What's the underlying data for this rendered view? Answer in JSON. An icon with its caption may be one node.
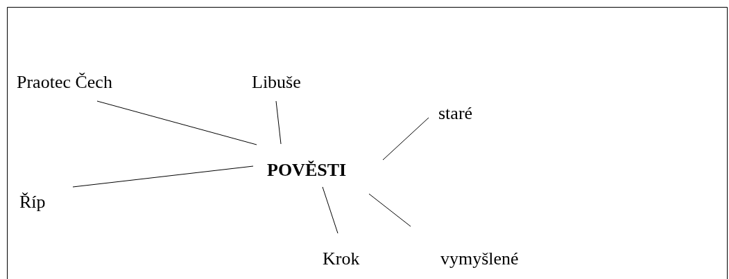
{
  "diagram": {
    "nodes": [
      {
        "text": [
          "POVĚSTI"
        ]
      },
      {
        "text": [
          "Praotec Čech"
        ]
      },
      {
        "text": [
          "Libuše"
        ]
      },
      {
        "text": [
          "staré"
        ]
      },
      {
        "text": [
          "Říp"
        ]
      },
      {
        "text": [
          "Krok"
        ]
      },
      {
        "text": [
          "vymyšlené"
        ]
      }
    ],
    "edges": [
      {
        "from": 0,
        "to": 1,
        "arrow": "none"
      },
      {
        "from": 0,
        "to": 2,
        "arrow": "none"
      },
      {
        "from": 0,
        "to": 3,
        "arrow": "none"
      },
      {
        "from": 0,
        "to": 4,
        "arrow": "none"
      },
      {
        "from": 0,
        "to": 5,
        "arrow": "none"
      },
      {
        "from": 0,
        "to": 6,
        "arrow": "none"
      }
    ]
  }
}
